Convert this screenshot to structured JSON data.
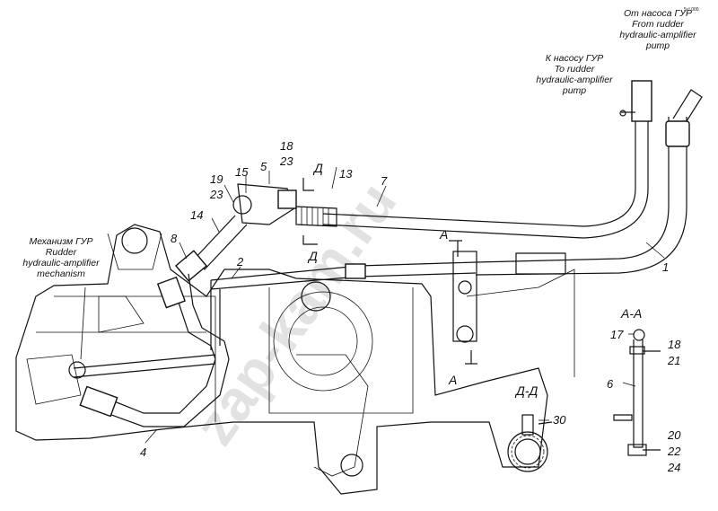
{
  "callouts": {
    "from_pump": [
      "От насоса ГУР",
      "From rudder",
      "hydraulic-amplifier",
      "pump"
    ],
    "to_pump": [
      "К насосу ГУР",
      "To rudder",
      "hydraulic-amplifier",
      "pump"
    ],
    "mechanism": [
      "Механизм ГУР",
      "Rudder",
      "hydraulic-amplifier",
      "mechanism"
    ]
  },
  "part_numbers": {
    "n1": "1",
    "n2": "2",
    "n4": "4",
    "n5": "5",
    "n6": "6",
    "n7": "7",
    "n8": "8",
    "n13": "13",
    "n14": "14",
    "n15": "15",
    "n17": "17",
    "n18a": "18",
    "n23a": "23",
    "n19": "19",
    "n23b": "23",
    "n18b": "18",
    "n21": "21",
    "n20": "20",
    "n22": "22",
    "n24": "24",
    "n30": "30"
  },
  "section_marks": {
    "a_top": "А",
    "a_bottom": "А",
    "d_top": "Д",
    "d_bottom": "Д"
  },
  "section_views": {
    "aa_title": "А-А",
    "dd_title": "Д-Д"
  },
  "watermark": "zap-kam.ru",
  "corner_code": "5⁶⁰ 000"
}
